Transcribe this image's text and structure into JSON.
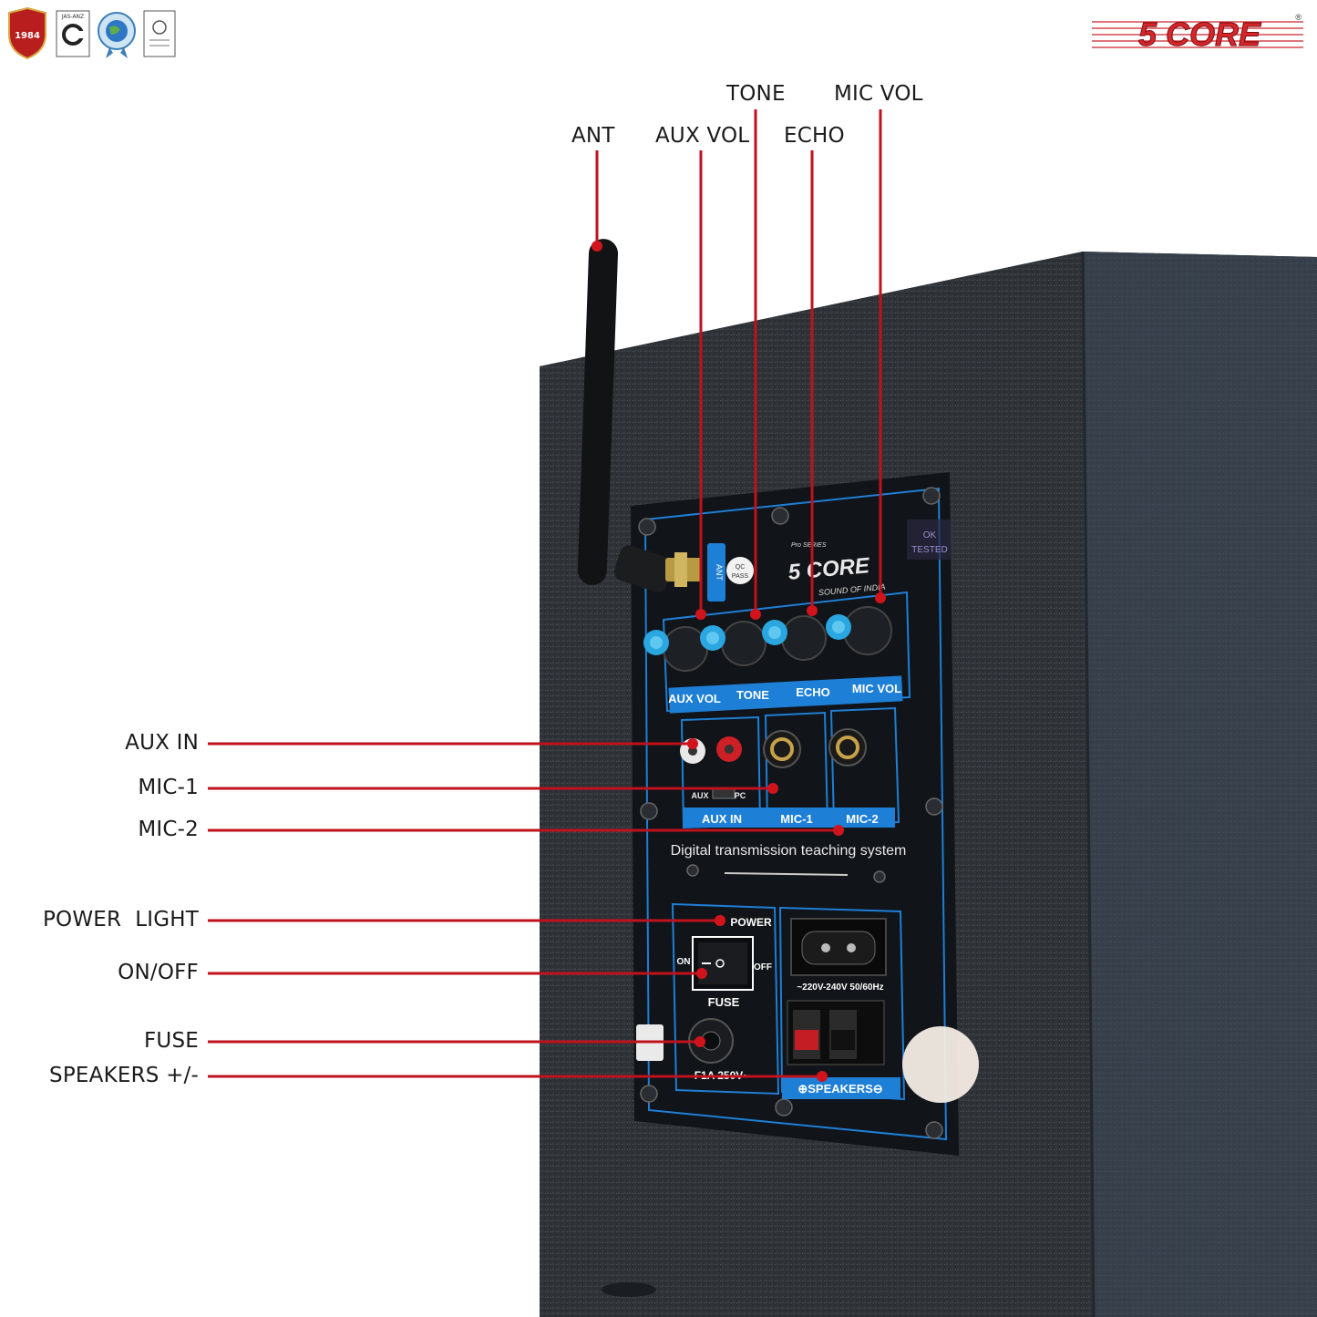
{
  "badges": {
    "year": "1984",
    "cert": "JAS-ANZ"
  },
  "brand": {
    "logo_text": "5 CORE",
    "registered": "®"
  },
  "callouts_top": {
    "ant": "ANT",
    "aux_vol": "AUX VOL",
    "tone": "TONE",
    "echo": "ECHO",
    "mic_vol": "MIC VOL"
  },
  "callouts_left": {
    "aux_in": "AUX IN",
    "mic1": "MIC-1",
    "mic2": "MIC-2",
    "power_light": "POWER  LIGHT",
    "on_off": "ON/OFF",
    "fuse": "FUSE",
    "speakers": "SPEAKERS +/-"
  },
  "panel": {
    "ant_label": "ANT",
    "qc": "QC",
    "pass": "PASS",
    "logo": "5 CORE",
    "series": "Pro SERIES",
    "sound_of_india": "SOUND OF INDIA",
    "ok_tested_1": "OK",
    "ok_tested_2": "TESTED",
    "knob_labels": [
      "AUX VOL",
      "TONE",
      "ECHO",
      "MIC VOL"
    ],
    "jack_labels": [
      "AUX IN",
      "MIC-1",
      "MIC-2"
    ],
    "aux": "AUX",
    "pc": "PC",
    "system_text": "Digital transmission teaching system",
    "power": "POWER",
    "on": "ON",
    "off": "OFF",
    "fuse": "FUSE",
    "fuse_rating": "F1A 250V~",
    "voltage": "~220V-240V 50/60Hz",
    "speakers": "⊕SPEAKERS⊖"
  },
  "colors": {
    "callout_line": "#c0121c",
    "panel_blue": "#1e7fd6",
    "knob_cap": "#2aa6e0",
    "cabinet": "#2f3338"
  }
}
